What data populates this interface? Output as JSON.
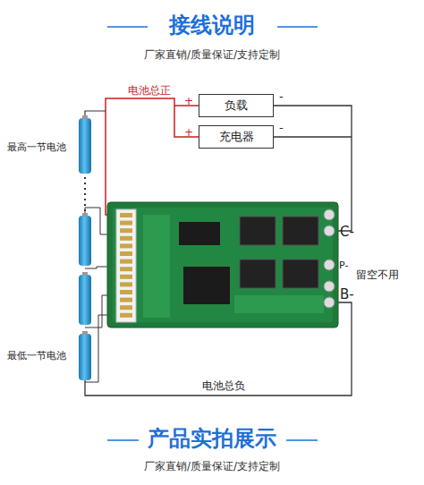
{
  "diagram": {
    "title": "接线说明",
    "nodes": [
      {
        "text": [
          "负载"
        ]
      },
      {
        "text": [
          "充电器"
        ]
      }
    ],
    "labels": [
      "厂家直销/质量保证/支持定制",
      "电池总正",
      "+",
      "-",
      "+",
      "-",
      "最高一节电池",
      "最低一节电池",
      "C-",
      "留空不用",
      "P-",
      "B-",
      "电池总负",
      "产品实拍展示",
      "厂家直销/质量保证/支持定制"
    ]
  }
}
